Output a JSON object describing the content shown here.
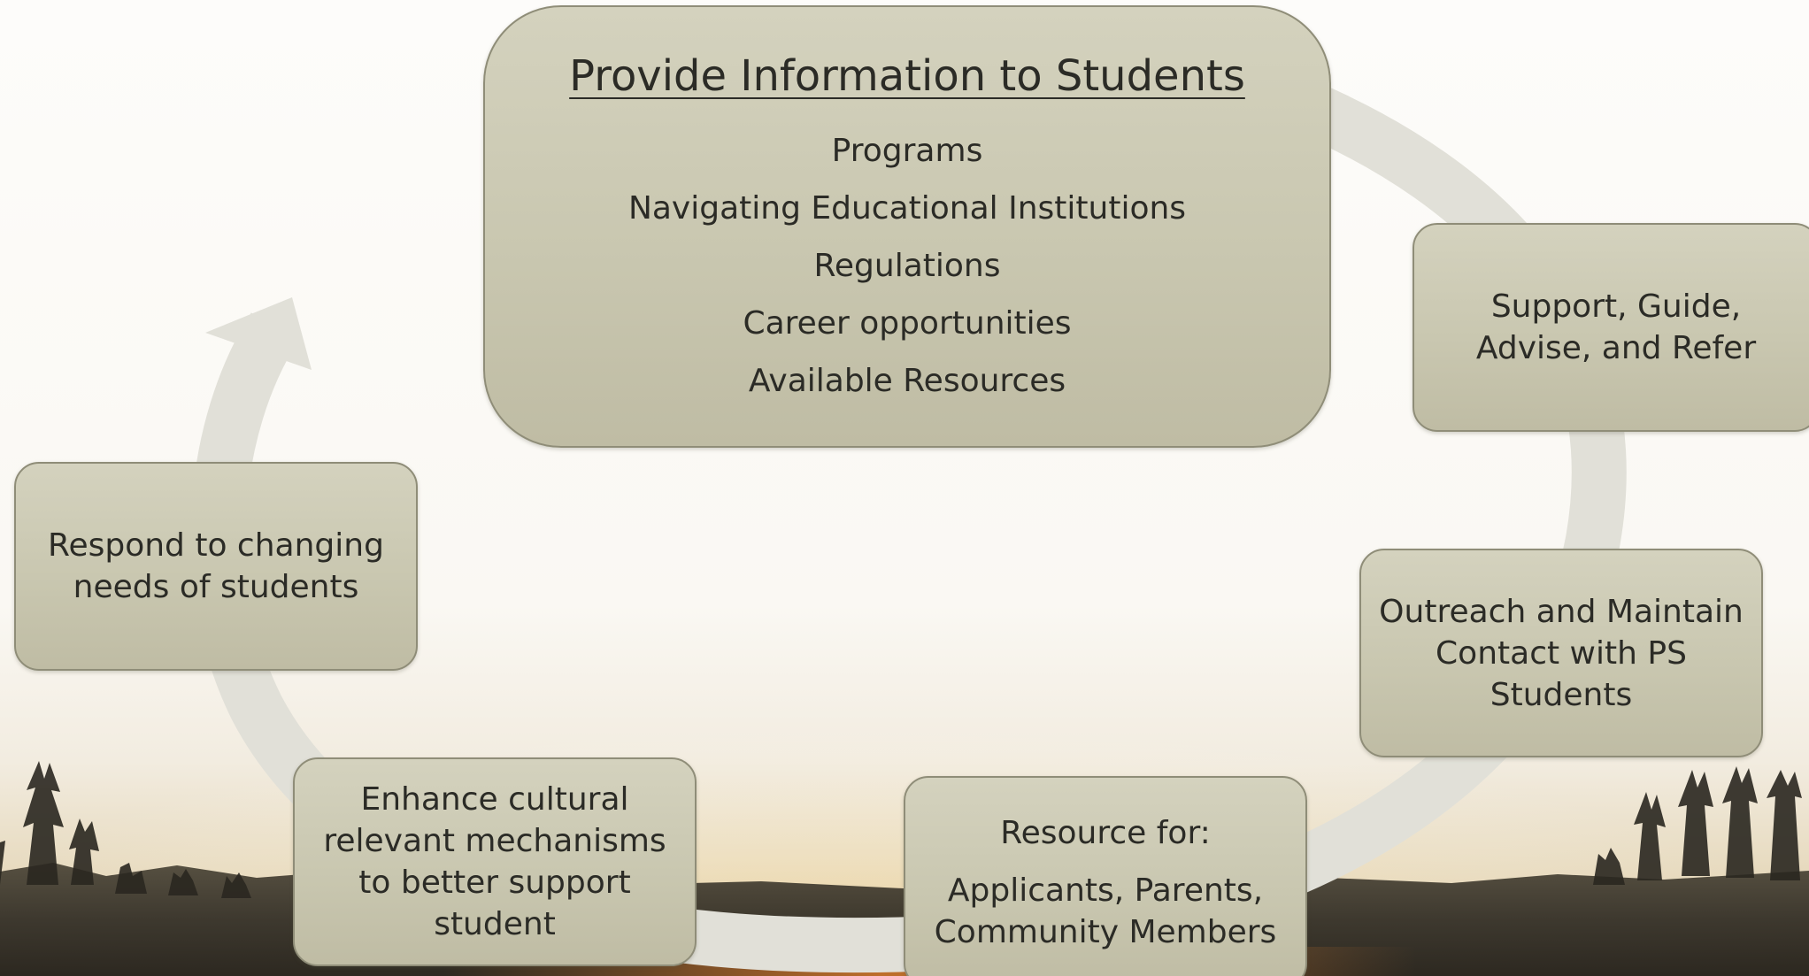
{
  "diagram": {
    "main": {
      "heading": "Provide Information to Students",
      "items": [
        "Programs",
        "Navigating Educational Institutions",
        "Regulations",
        "Career opportunities",
        "Available Resources"
      ]
    },
    "support": {
      "lines": [
        "Support, Guide,",
        "Advise, and Refer"
      ]
    },
    "outreach": {
      "lines": [
        "Outreach and Maintain",
        "Contact with PS",
        "Students"
      ]
    },
    "resource": {
      "heading": "Resource for:",
      "lines": [
        "Applicants, Parents,",
        "Community Members"
      ]
    },
    "enhance": {
      "lines": [
        "Enhance cultural",
        "relevant mechanisms",
        "to better support",
        "student"
      ]
    },
    "respond": {
      "lines": [
        "Respond to changing",
        "needs of students"
      ]
    }
  },
  "colors": {
    "box_fill": "#cbc9b2",
    "box_border": "#8f8d78",
    "cycle_arrow": "#e1e0d8",
    "text": "#2b2b26"
  },
  "background": {
    "scene": "sunset landscape with pine tree silhouettes"
  }
}
